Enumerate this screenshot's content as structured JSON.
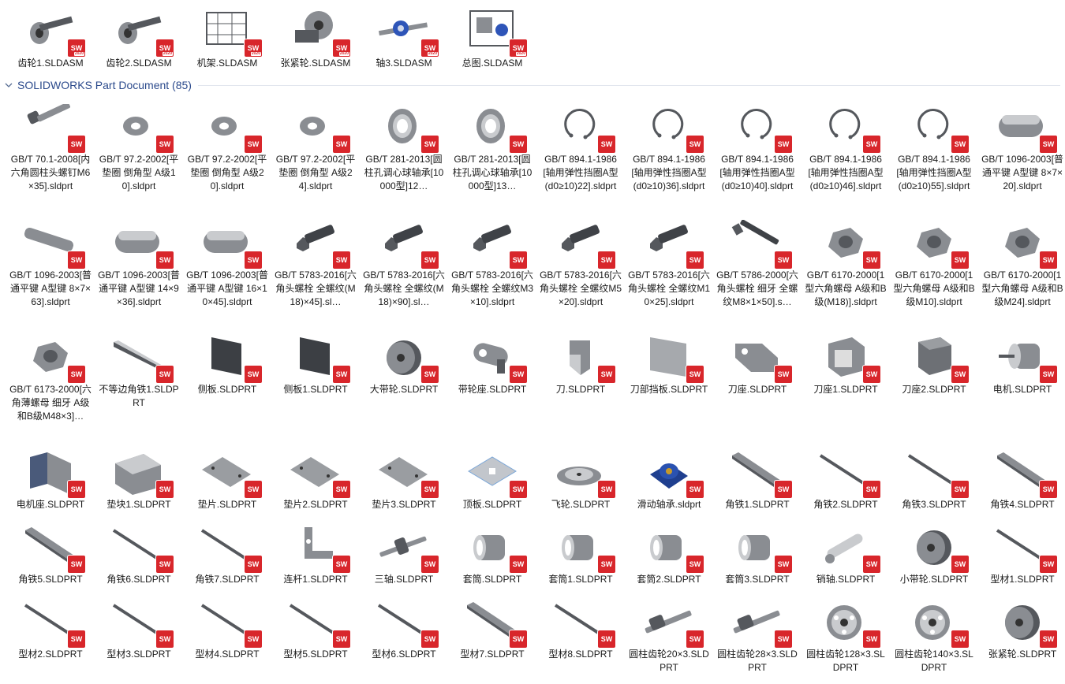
{
  "assemblies": [
    {
      "label": "齿轮1.SLDASM",
      "icon": "gear-assembly"
    },
    {
      "label": "齿轮2.SLDASM",
      "icon": "gear-assembly"
    },
    {
      "label": "机架.SLDASM",
      "icon": "frame-assembly"
    },
    {
      "label": "张紧轮.SLDASM",
      "icon": "pulley-assembly"
    },
    {
      "label": "轴3.SLDASM",
      "icon": "shaft-assembly"
    },
    {
      "label": "总图.SLDASM",
      "icon": "machine-assembly"
    }
  ],
  "group": {
    "title": "SOLIDWORKS Part Document (85)"
  },
  "badge_text": "SW",
  "parts_rows": [
    [
      {
        "label": "GB/T 70.1-2008[内六角圆柱头螺钉M6×35].sldprt",
        "icon": "bolt"
      },
      {
        "label": "GB/T 97.2-2002[平垫圈 倒角型 A级10].sldprt",
        "icon": "washer"
      },
      {
        "label": "GB/T 97.2-2002[平垫圈 倒角型 A级20].sldprt",
        "icon": "washer"
      },
      {
        "label": "GB/T 97.2-2002[平垫圈 倒角型 A级24].sldprt",
        "icon": "washer"
      },
      {
        "label": "GB/T 281-2013[圆柱孔调心球轴承[10000型]12…",
        "icon": "bearing"
      },
      {
        "label": "GB/T 281-2013[圆柱孔调心球轴承[10000型]13…",
        "icon": "bearing"
      },
      {
        "label": "GB/T 894.1-1986[轴用弹性挡圈A型(d0≥10)22].sldprt",
        "icon": "circlip"
      },
      {
        "label": "GB/T 894.1-1986[轴用弹性挡圈A型(d0≥10)36].sldprt",
        "icon": "circlip"
      },
      {
        "label": "GB/T 894.1-1986[轴用弹性挡圈A型(d0≥10)40].sldprt",
        "icon": "circlip"
      },
      {
        "label": "GB/T 894.1-1986[轴用弹性挡圈A型(d0≥10)46].sldprt",
        "icon": "circlip"
      },
      {
        "label": "GB/T 894.1-1986[轴用弹性挡圈A型(d0≥10)55].sldprt",
        "icon": "circlip"
      },
      {
        "label": "GB/T 1096-2003[普通平键 A型键 8×7×20].sldprt",
        "icon": "key"
      }
    ],
    [
      {
        "label": "GB/T 1096-2003[普通平键 A型键 8×7×63].sldprt",
        "icon": "long-key"
      },
      {
        "label": "GB/T 1096-2003[普通平键 A型键 14×9×36].sldprt",
        "icon": "key"
      },
      {
        "label": "GB/T 1096-2003[普通平键 A型键 16×10×45].sldprt",
        "icon": "key"
      },
      {
        "label": "GB/T 5783-2016[六角头螺栓 全螺纹(M18)×45].sl…",
        "icon": "hex-bolt"
      },
      {
        "label": "GB/T 5783-2016[六角头螺栓 全螺纹(M18)×90].sl…",
        "icon": "hex-bolt"
      },
      {
        "label": "GB/T 5783-2016[六角头螺栓 全螺纹M3×10].sldprt",
        "icon": "hex-bolt"
      },
      {
        "label": "GB/T 5783-2016[六角头螺栓 全螺纹M5×20].sldprt",
        "icon": "hex-bolt"
      },
      {
        "label": "GB/T 5783-2016[六角头螺栓 全螺纹M10×25].sldprt",
        "icon": "hex-bolt"
      },
      {
        "label": "GB/T 5786-2000[六角头螺栓 细牙 全螺纹M8×1×50].s…",
        "icon": "long-bolt"
      },
      {
        "label": "GB/T 6170-2000[1型六角螺母 A级和B级(M18)].sldprt",
        "icon": "nut"
      },
      {
        "label": "GB/T 6170-2000[1型六角螺母 A级和B级M10].sldprt",
        "icon": "nut"
      },
      {
        "label": "GB/T 6170-2000[1型六角螺母 A级和B级M24].sldprt",
        "icon": "nut"
      }
    ],
    [
      {
        "label": "GB/T 6173-2000[六角薄螺母 细牙 A级和B级M48×3]…",
        "icon": "nut"
      },
      {
        "label": "不等边角铁1.SLDPRT",
        "icon": "angle-iron"
      },
      {
        "label": "侧板.SLDPRT",
        "icon": "plate"
      },
      {
        "label": "侧板1.SLDPRT",
        "icon": "plate"
      },
      {
        "label": "大带轮.SLDPRT",
        "icon": "pulley"
      },
      {
        "label": "带轮座.SLDPRT",
        "icon": "pulley-seat"
      },
      {
        "label": "刀.SLDPRT",
        "icon": "blade"
      },
      {
        "label": "刀部挡板.SLDPRT",
        "icon": "plate-light"
      },
      {
        "label": "刀座.SLDPRT",
        "icon": "blade-seat"
      },
      {
        "label": "刀座1.SLDPRT",
        "icon": "box"
      },
      {
        "label": "刀座2.SLDPRT",
        "icon": "cube"
      },
      {
        "label": "电机.SLDPRT",
        "icon": "motor"
      }
    ],
    [
      {
        "label": "电机座.SLDPRT",
        "icon": "motor-base"
      },
      {
        "label": "垫块1.SLDPRT",
        "icon": "block"
      },
      {
        "label": "垫片.SLDPRT",
        "icon": "shim"
      },
      {
        "label": "垫片2.SLDPRT",
        "icon": "shim"
      },
      {
        "label": "垫片3.SLDPRT",
        "icon": "shim"
      },
      {
        "label": "顶板.SLDPRT",
        "icon": "top-plate"
      },
      {
        "label": "飞轮.SLDPRT",
        "icon": "flywheel"
      },
      {
        "label": "滑动轴承.sldprt",
        "icon": "bearing-block"
      },
      {
        "label": "角铁1.SLDPRT",
        "icon": "bar"
      },
      {
        "label": "角铁2.SLDPRT",
        "icon": "rod"
      },
      {
        "label": "角铁3.SLDPRT",
        "icon": "rod"
      },
      {
        "label": "角铁4.SLDPRT",
        "icon": "bar"
      }
    ],
    [
      {
        "label": "角铁5.SLDPRT",
        "icon": "bar"
      },
      {
        "label": "角铁6.SLDPRT",
        "icon": "rod"
      },
      {
        "label": "角铁7.SLDPRT",
        "icon": "rod"
      },
      {
        "label": "连杆1.SLDPRT",
        "icon": "link"
      },
      {
        "label": "三轴.SLDPRT",
        "icon": "shaft"
      },
      {
        "label": "套筒.SLDPRT",
        "icon": "sleeve"
      },
      {
        "label": "套筒1.SLDPRT",
        "icon": "sleeve"
      },
      {
        "label": "套筒2.SLDPRT",
        "icon": "sleeve"
      },
      {
        "label": "套筒3.SLDPRT",
        "icon": "sleeve"
      },
      {
        "label": "销轴.SLDPRT",
        "icon": "pin"
      },
      {
        "label": "小带轮.SLDPRT",
        "icon": "pulley"
      },
      {
        "label": "型材1.SLDPRT",
        "icon": "rod"
      }
    ],
    [
      {
        "label": "型材2.SLDPRT",
        "icon": "rod"
      },
      {
        "label": "型材3.SLDPRT",
        "icon": "rod"
      },
      {
        "label": "型材4.SLDPRT",
        "icon": "rod"
      },
      {
        "label": "型材5.SLDPRT",
        "icon": "rod"
      },
      {
        "label": "型材6.SLDPRT",
        "icon": "rod"
      },
      {
        "label": "型材7.SLDPRT",
        "icon": "bar"
      },
      {
        "label": "型材8.SLDPRT",
        "icon": "rod"
      },
      {
        "label": "圆柱齿轮20×3.SLDPRT",
        "icon": "gear-shaft"
      },
      {
        "label": "圆柱齿轮28×3.SLDPRT",
        "icon": "gear-shaft"
      },
      {
        "label": "圆柱齿轮128×3.SLDPRT",
        "icon": "spur-gear"
      },
      {
        "label": "圆柱齿轮140×3.SLDPRT",
        "icon": "spur-gear"
      },
      {
        "label": "张紧轮.SLDPRT",
        "icon": "pulley"
      }
    ]
  ]
}
